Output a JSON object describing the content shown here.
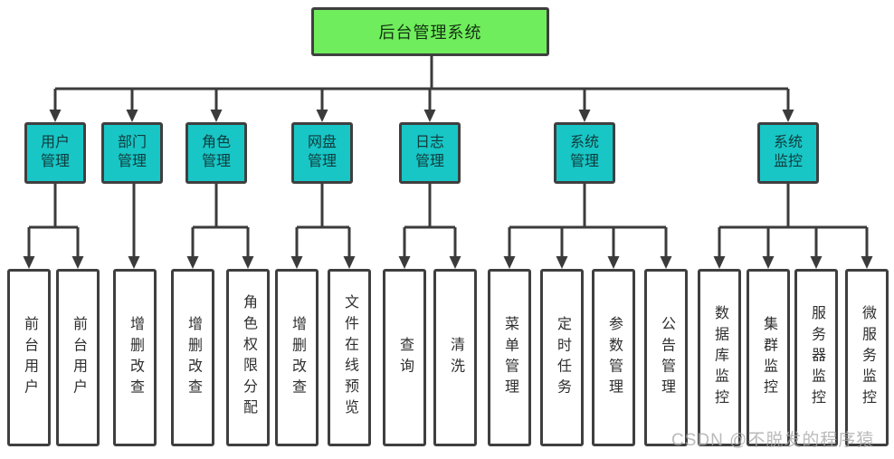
{
  "diagram": {
    "root": {
      "label": "后台管理系统"
    },
    "branches": [
      {
        "label": "用户管理",
        "children": [
          "前台用户",
          "前台用户"
        ]
      },
      {
        "label": "部门管理",
        "children": [
          "增删改查"
        ]
      },
      {
        "label": "角色管理",
        "children": [
          "增删改查",
          "角色权限分配"
        ]
      },
      {
        "label": "网盘管理",
        "children": [
          "增删改查",
          "文件在线预览"
        ]
      },
      {
        "label": "日志管理",
        "children": [
          "查询",
          "清洗"
        ]
      },
      {
        "label": "系统管理",
        "children": [
          "菜单管理",
          "定时任务",
          "参数管理",
          "公告管理"
        ]
      },
      {
        "label": "系统监控",
        "children": [
          "数据库监控",
          "集群监控",
          "服务器监控",
          "微服务监控"
        ]
      }
    ],
    "colors": {
      "root_fill": "#70ED5C",
      "branch_fill": "#18C6C6",
      "leaf_fill": "#FFFFFF",
      "line": "#3B3B3B",
      "border": "#3F3F3F"
    }
  },
  "watermark": {
    "text": "CSDN @不脱发的程序猿"
  }
}
